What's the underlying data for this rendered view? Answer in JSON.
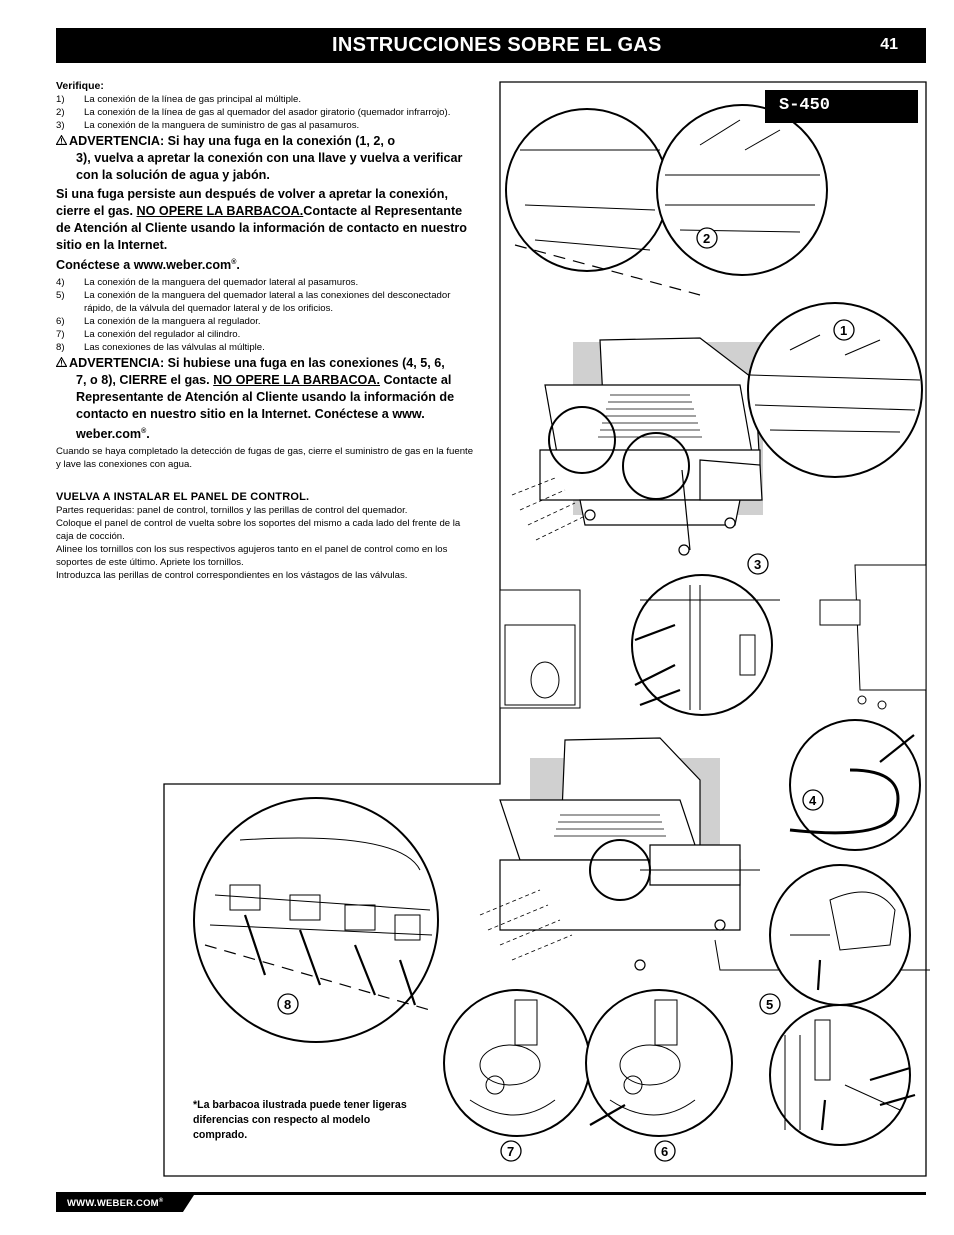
{
  "header": {
    "title": "INSTRUCCIONES SOBRE EL GAS",
    "page_number": "41"
  },
  "section1": {
    "heading": "Verifique:",
    "steps_a": [
      {
        "n": "1)",
        "text": "La conexión  de la línea de gas principal al múltiple."
      },
      {
        "n": "2)",
        "text": "La conexión de la línea de gas al quemador del asador giratorio (quemador infrarrojo)."
      },
      {
        "n": "3)",
        "text": "La conexión de la manguera de suministro de gas al pasamuros."
      }
    ],
    "warning1": {
      "lead": "ADVERTENCIA: Si hay una fuga en la conexión (1, 2, o",
      "cont": "3), vuelva a apretar la conexión con una llave y vuelva a verificar con la solución de agua y jabón."
    },
    "persist": {
      "a": "Si una fuga persiste aun después de volver a apretar la conexión, cierre el gas. ",
      "u": "NO OPERE LA BARBACOA.",
      "b": "Contacte al Representante de Atención al Cliente usando la información de contacto en nuestro sitio en la Internet.",
      "c": "Conéctese a www.weber.com",
      "reg": "®",
      "end": "."
    },
    "steps_b": [
      {
        "n": "4)",
        "text": "La conexión de la manguera del quemador lateral al pasamuros."
      },
      {
        "n": "5)",
        "text": "La conexión de la manguera del quemador lateral a las conexiones del desconectador rápido, de la válvula del quemador lateral y de los orificios."
      },
      {
        "n": "6)",
        "text": "La conexión de la manguera al regulador."
      },
      {
        "n": "7)",
        "text": "La conexión del regulador al cilindro."
      },
      {
        "n": "8)",
        "text": "Las conexiones de las válvulas al múltiple."
      }
    ],
    "warning2": {
      "lead": "ADVERTENCIA: Si hubiese una fuga en las conexiones (4, 5, 6,",
      "cont_a": "7, o 8), CIERRE el gas. ",
      "u": "NO OPERE LA BARBACOA.",
      "cont_b": " Contacte al Representante de Atención al Cliente usando la información de contacto en nuestro sitio en la Internet.  Conéctese a www. weber.com",
      "reg": "®",
      "end": "."
    },
    "after": "Cuando se haya completado la detección de fugas de gas, cierre el suministro de gas en la fuente y lave las conexiones con agua."
  },
  "section2": {
    "heading": "VUELVA A INSTALAR EL PANEL DE CONTROL.",
    "p1": "Partes requeridas: panel de control, tornillos y las perillas de control del quemador.",
    "p2": "Coloque el panel de control de vuelta sobre los soportes del mismo a cada lado del frente de la caja de cocción.",
    "p3": "Alinee los tornillos con los sus respectivos agujeros tanto en el panel de control como en los soportes de este último. Apriete los tornillos.",
    "p4": "Introduzca las perillas de control correspondientes en los vástagos de las válvulas."
  },
  "figure": {
    "model_label": "S-450",
    "callouts": [
      "1",
      "2",
      "3",
      "4",
      "5",
      "6",
      "7",
      "8"
    ],
    "note": "*La barbacoa ilustrada puede tener ligeras diferencias con respecto al modelo comprado."
  },
  "footer": {
    "url": "WWW.WEBER.COM",
    "reg": "®"
  },
  "colors": {
    "ink": "#000000",
    "paper": "#ffffff",
    "shade": "#cfcfcf"
  }
}
